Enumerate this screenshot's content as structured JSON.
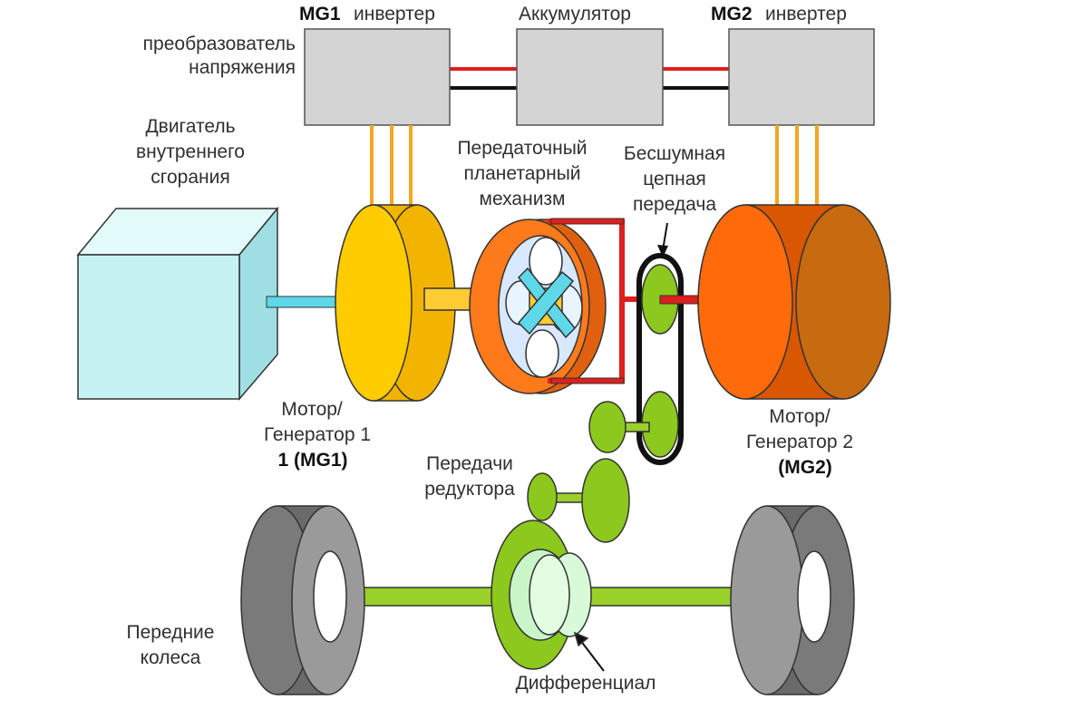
{
  "labels": {
    "mg1_bold": "MG1",
    "mg1_rest": "инвертер",
    "accumulator": "Аккумулятор",
    "mg2_bold": "MG2",
    "mg2_rest": "инвертер",
    "converter_line1": "преобразователь",
    "converter_line2": "напряжения",
    "engine_line1": "Двигатель",
    "engine_line2": "внутреннего",
    "engine_line3": "сгорания",
    "planetary_line1": "Передаточный",
    "planetary_line2": "планетарный",
    "planetary_line3": "механизм",
    "chain_line1": "Бесшумная",
    "chain_line2": "цепная",
    "chain_line3": "передача",
    "mg1_label_line1": "Мотор/",
    "mg1_label_line2": "Генератор 1",
    "mg1_label_line3": "1 (MG1)",
    "mg2_label_line1": "Мотор/",
    "mg2_label_line2": "Генератор 2",
    "mg2_label_line3": "(MG2)",
    "reducer_line1": "Передачи",
    "reducer_line2": "редуктора",
    "wheels_line1": "Передние",
    "wheels_line2": "колеса",
    "differential": "Дифференциал"
  },
  "colors": {
    "inverter_gray": "#d4d4d4",
    "wire_orange": "#f5a623",
    "wire_red": "#e01e1e",
    "engine_cyan": "#c6f2f4",
    "shaft_cyan": "#5ed8e8",
    "mg1_yellow": "#ffcc00",
    "planetary_orange": "#ff7a1a",
    "mg2_orange": "#ff6a0a",
    "gear_green": "#8cc81e",
    "diff_light_green": "#c9f5c9",
    "tire_gray": "#7a7a7a"
  }
}
